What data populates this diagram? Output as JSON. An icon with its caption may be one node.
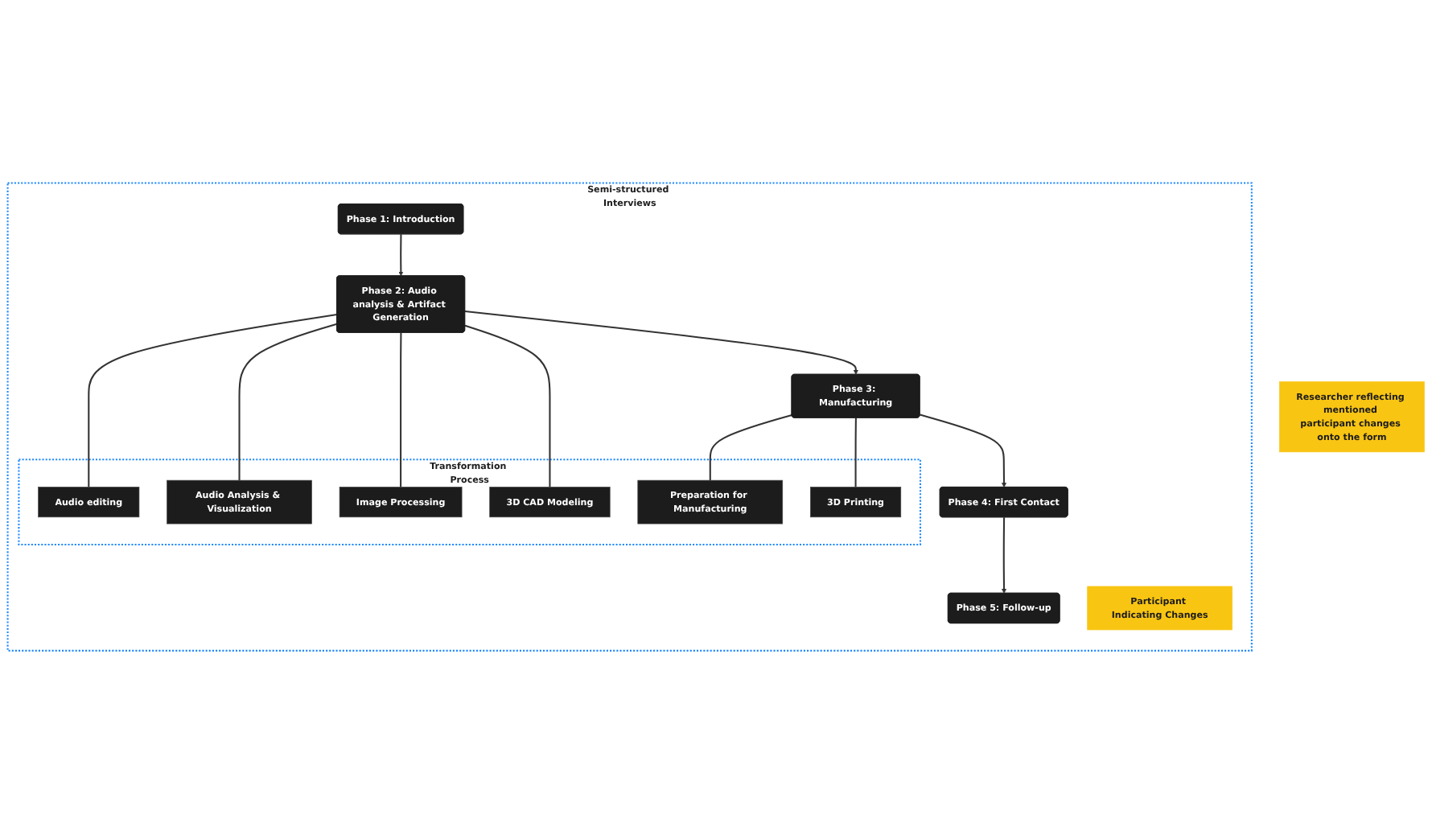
{
  "diagram": {
    "nodes": [
      {
        "text": [
          "Semi-structured Interviews"
        ]
      },
      {
        "text": [
          "Phase 1: Introduction"
        ],
        "in": 0
      },
      {
        "text": [
          "Participant Indicating Changes"
        ],
        "in": 0
      },
      {
        "text": [
          "Phase 2: Audio analysis & Artifact Generation"
        ],
        "in": 0
      },
      {
        "text": [
          "Phase 3: Manufacturing"
        ],
        "in": 0
      },
      {
        "text": [
          "Phase 4: First Contact"
        ],
        "in": 0
      },
      {
        "text": [
          "Phase 5: Follow-up"
        ],
        "in": 0
      },
      {
        "text": [
          "Transformation Process"
        ],
        "in": 0
      },
      {
        "text": [
          "Audio editing"
        ],
        "in": 7
      },
      {
        "text": [
          "Audio Analysis & Visualization"
        ],
        "in": 7
      },
      {
        "text": [
          "Image Processing"
        ],
        "in": 7
      },
      {
        "text": [
          "3D CAD Modeling"
        ],
        "in": 7
      },
      {
        "text": [
          "Preparation for Manufacturing"
        ],
        "in": 7
      },
      {
        "text": [
          "3D Printing"
        ],
        "in": 7
      },
      {
        "text": [
          "Researcher reflecting mentioned participant changes onto the form"
        ]
      }
    ],
    "edges": [
      {
        "from": 1,
        "to": 3,
        "arrow": "to"
      },
      {
        "from": 3,
        "to": 4,
        "arrow": "to"
      },
      {
        "from": 4,
        "to": 5,
        "arrow": "to"
      },
      {
        "from": 5,
        "to": 6,
        "arrow": "to"
      },
      {
        "from": 3,
        "to": 8,
        "arrow": "none"
      },
      {
        "from": 3,
        "to": 9,
        "arrow": "none"
      },
      {
        "from": 3,
        "to": 10,
        "arrow": "none"
      },
      {
        "from": 3,
        "to": 11,
        "arrow": "none"
      },
      {
        "from": 4,
        "to": 12,
        "arrow": "none"
      },
      {
        "from": 4,
        "to": 13,
        "arrow": "none"
      }
    ]
  }
}
